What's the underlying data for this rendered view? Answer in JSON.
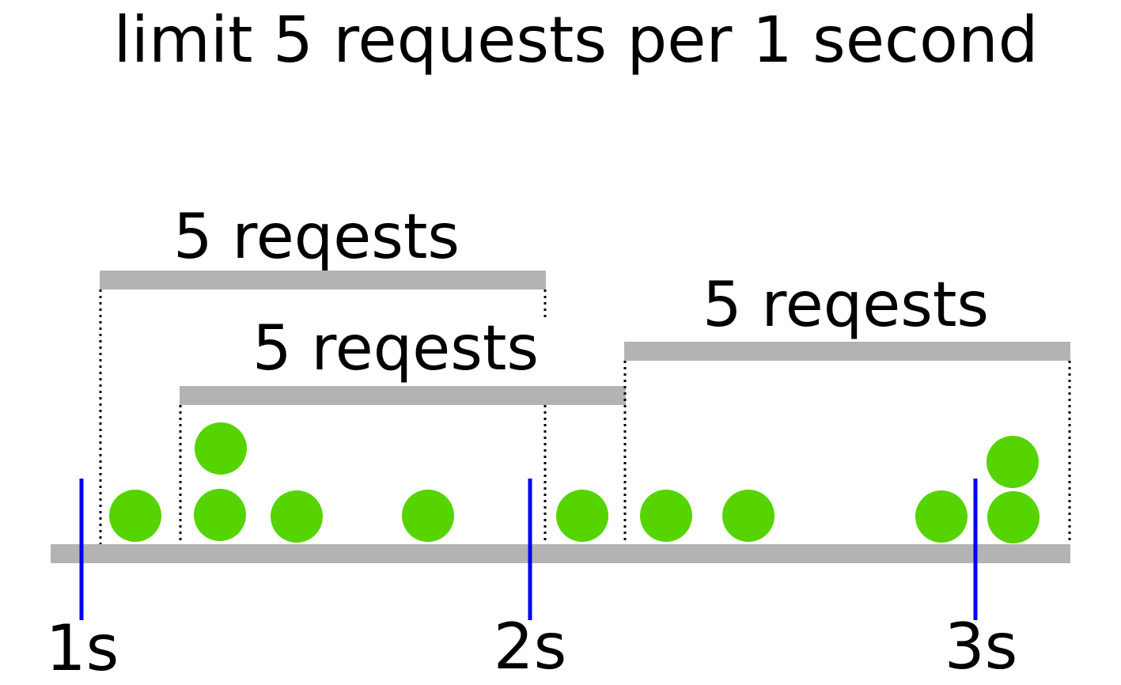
{
  "title": "limit 5 requests per 1 second",
  "colors": {
    "bar": "#b3b3b3",
    "request": "#55d400",
    "tick": "#0000ee",
    "guide": "#000000"
  },
  "ticks": [
    {
      "label": "1s"
    },
    {
      "label": "2s"
    },
    {
      "label": "3s"
    }
  ],
  "windows": [
    {
      "label": "5 reqests"
    },
    {
      "label": "5 reqests"
    },
    {
      "label": "5 reqests"
    }
  ],
  "request_count": 11
}
